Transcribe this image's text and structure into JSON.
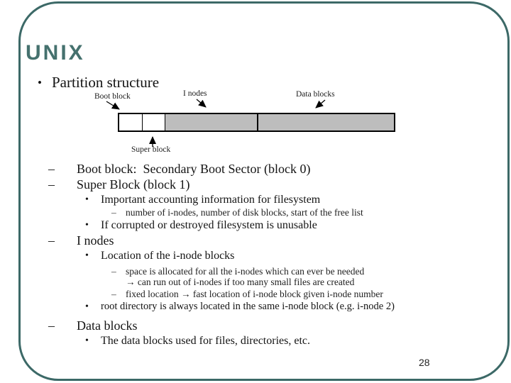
{
  "colors": {
    "accent": "#45716E",
    "frame": "#3C6967",
    "bar-fill": "#BDBDBD"
  },
  "slide": {
    "title": "UNIX",
    "page_number": "28"
  },
  "top_bullet": {
    "marker": "•",
    "text": "Partition structure"
  },
  "diagram": {
    "labels": {
      "boot": "Boot block",
      "inodes": "I nodes",
      "data": "Data blocks",
      "super": "Super block"
    },
    "segments": [
      "Boot block",
      "Super block",
      "I nodes",
      "Data blocks"
    ],
    "bar_fill": "#BDBDBD"
  },
  "list": {
    "items": [
      {
        "marker": "–",
        "text": "Boot block:  Secondary Boot Sector (block 0)"
      },
      {
        "marker": "–",
        "text": "Super Block (block 1)"
      },
      {
        "marker": "•",
        "text": "Important accounting information for filesystem"
      },
      {
        "marker": "–",
        "text": "number of i-nodes, number of disk blocks, start of the free list"
      },
      {
        "marker": "•",
        "text": "If corrupted or destroyed filesystem is unusable"
      },
      {
        "marker": "–",
        "text": "I nodes"
      },
      {
        "marker": "•",
        "text": "Location of the i-node blocks"
      },
      {
        "marker": "–",
        "text": "space is allocated for all the i-nodes which can ever be needed"
      },
      {
        "marker": "",
        "text": "→ can run out of i-nodes if too many small files are created"
      },
      {
        "marker": "–",
        "text": "fixed location → fast location of i-node block given i-node number"
      },
      {
        "marker": "•",
        "text": "root directory is always located in the same i-node block (e.g. i-node 2)"
      },
      {
        "marker": "–",
        "text": "Data blocks"
      },
      {
        "marker": "•",
        "text": "The data blocks used for files, directories, etc."
      }
    ]
  }
}
